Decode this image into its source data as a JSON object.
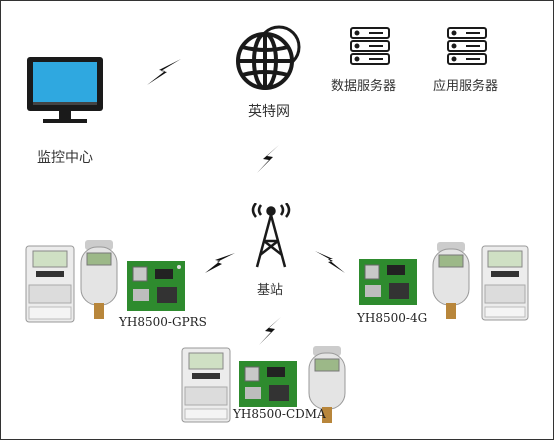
{
  "colors": {
    "monitor_screen": "#2fa8e0",
    "monitor_frame": "#1a1a1a",
    "icon_stroke": "#1a1a1a",
    "pcb_green": "#2e8b2e",
    "meter_body": "#e8e8e8",
    "meter_screen": "#8fb07a",
    "brass": "#b8863b"
  },
  "nodes": {
    "monitor_center": {
      "label": "监控中心",
      "icon": "monitor-icon"
    },
    "internet": {
      "label": "英特网",
      "icon": "globe-icon"
    },
    "data_server": {
      "label": "数据服务器",
      "icon": "server-icon"
    },
    "app_server": {
      "label": "应用服务器",
      "icon": "server-icon"
    },
    "base_station": {
      "label": "基站",
      "icon": "tower-icon"
    }
  },
  "devices": {
    "gprs": {
      "model": "YH8500-GPRS"
    },
    "g4": {
      "model": "YH8500-4G"
    },
    "cdma": {
      "model": "YH8500-CDMA"
    }
  }
}
